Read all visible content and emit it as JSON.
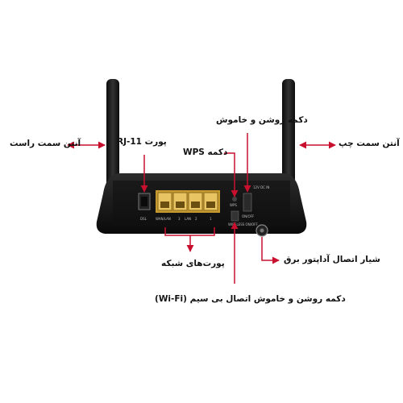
{
  "labels": {
    "right_antenna": "آنتن سمت راست",
    "left_antenna": "آنتن سمت چپ",
    "rj11_port": "پورت RJ-11",
    "wps_button": "دکمه WPS",
    "power_button": "دکمه روشن و خاموش",
    "network_ports": "پورت‌های شبکه",
    "power_adapter": "شیار اتصال آداپتور برق",
    "wifi_button": "دکمه روشن و خاموش اتصال بی سیم (Wi-Fi)"
  },
  "device_print": {
    "dsl": "DSL",
    "wan_lan": "WAN/LAN",
    "lan3": "3",
    "lan": "LAN",
    "lan2": "2",
    "lan1": "1",
    "wps": "WPS",
    "wireless": "WIRELESS\nON/OFF",
    "onoff": "ON/OFF",
    "dc": "12V DC IN"
  },
  "colors": {
    "arrow": "#c8102e",
    "router_body": "#1a1a1a",
    "port_gold": "#d8b24a"
  }
}
